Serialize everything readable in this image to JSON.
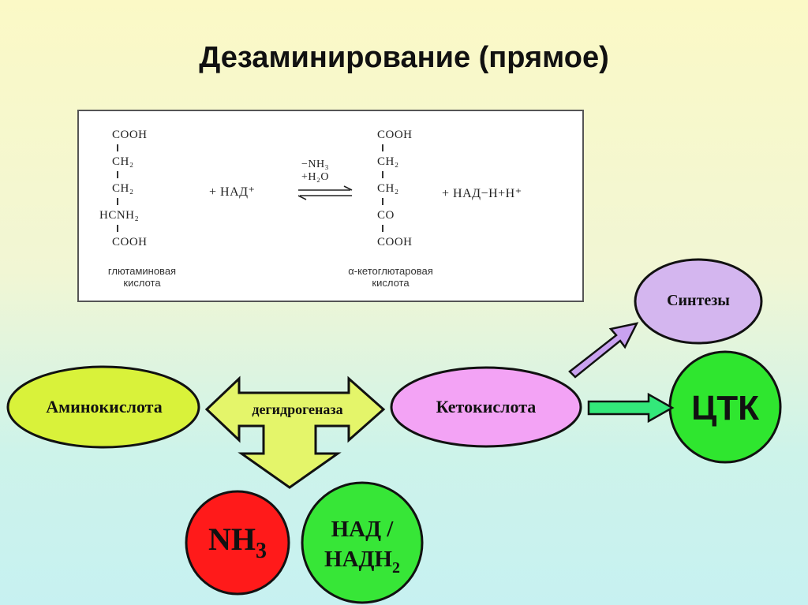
{
  "title": "Дезаминирование (прямое)",
  "reaction": {
    "left_chain": [
      "COOH",
      "CH₂",
      "CH₂",
      "HCNH₂",
      "COOH"
    ],
    "left_caption_1": "глютаминовая",
    "left_caption_2": "кислота",
    "plus_nad": "+ НАД⁺",
    "arrow_top_1": "−NH₃",
    "arrow_top_2": "+H₂O",
    "right_chain": [
      "COOH",
      "CH₂",
      "CH₂",
      "CO",
      "COOH"
    ],
    "right_caption_1": "α-кетоглютаровая",
    "right_caption_2": "кислота",
    "products": "+ НАД−Н+Н⁺"
  },
  "nodes": {
    "amino": "Аминокислота",
    "enzyme": "дегидрогеназа",
    "keto": "Кетокислота",
    "synth": "Синтезы",
    "tca": "ЦТК",
    "nh3_main": "NH",
    "nh3_sub": "3",
    "nad_line1": "НАД /",
    "nad_line2": "НАДН",
    "nad_sub": "2"
  },
  "colors": {
    "amino_fill": "#d9f23a",
    "keto_fill": "#f3a3f5",
    "synth_fill": "#d4b6ef",
    "tca_fill": "#2fe62f",
    "nh3_fill": "#ff1a1a",
    "nad_fill": "#37e637",
    "enzyme_arrow_fill": "#e4f56a",
    "keto_arrow_fill": "#33e87a",
    "synth_arrow_fill": "#c9a2f0"
  }
}
